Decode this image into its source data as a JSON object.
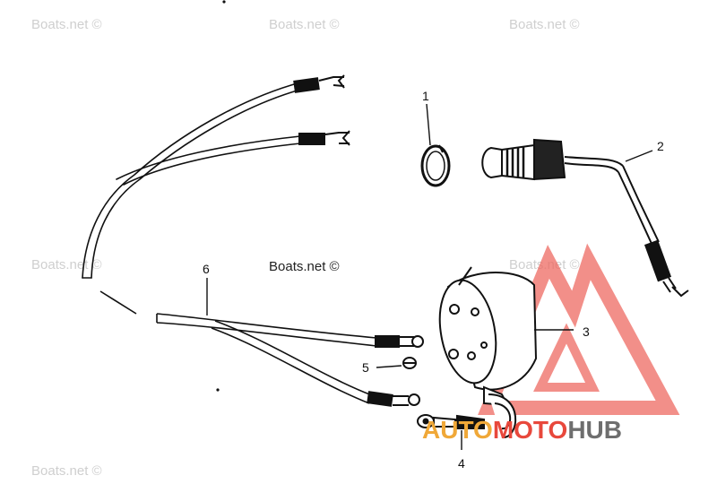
{
  "watermarks": {
    "faint": "Boats.net ©",
    "dark": "Boats.net ©"
  },
  "callouts": {
    "c1": "1",
    "c2": "2",
    "c3": "3",
    "c4": "4",
    "c5": "5",
    "c6": "6"
  },
  "logo": {
    "part1": "AUTO",
    "part2": "MOTO",
    "part3": "HUB"
  },
  "colors": {
    "logo_orange": "#f0a838",
    "logo_red": "#e8483c",
    "logo_gray": "#6e6e6e",
    "triangle": "#ee6a62",
    "line": "#111111"
  }
}
